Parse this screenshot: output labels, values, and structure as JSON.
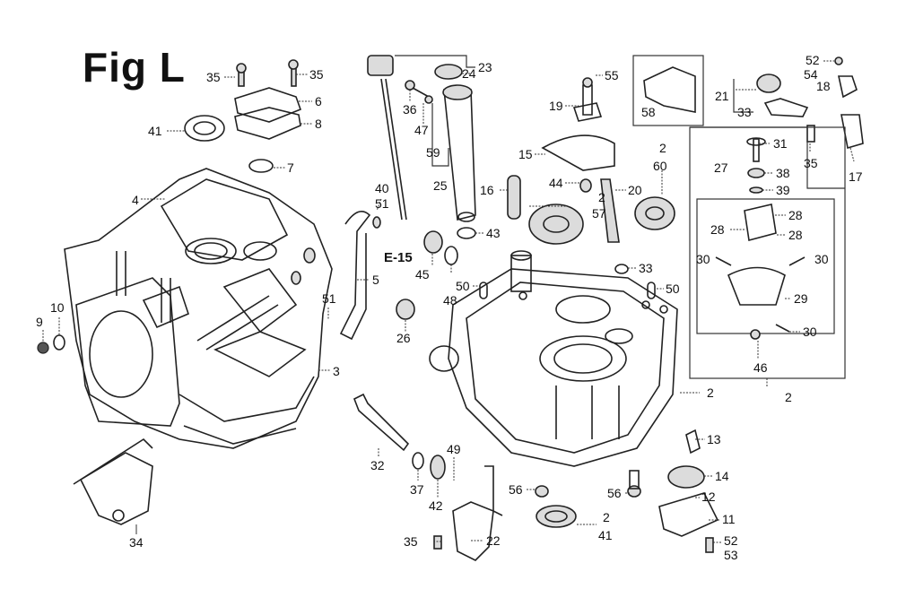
{
  "figure": {
    "title": "Fig L",
    "reference_label": "E-15"
  },
  "callouts": {
    "c35a": "35",
    "c35b": "35",
    "c6": "6",
    "c8": "8",
    "c41a": "41",
    "c7": "7",
    "c4": "4",
    "c9": "9",
    "c10": "10",
    "c51a": "51",
    "c3": "3",
    "c34": "34",
    "c23": "23",
    "c24": "24",
    "c36": "36",
    "c47": "47",
    "c59": "59",
    "c25": "25",
    "c40a": "40",
    "c51b": "51",
    "c5": "5",
    "c45": "45",
    "c48": "48",
    "c26": "26",
    "c43": "43",
    "c16": "16",
    "c50a": "50",
    "c55": "55",
    "c19": "19",
    "c58": "58",
    "c15": "15",
    "c44": "44",
    "c2a": "2",
    "c57": "57",
    "c20": "20",
    "c2b": "2",
    "c60": "60",
    "c33a": "33",
    "c50b": "50",
    "c21": "21",
    "c33b": "33",
    "c52a": "52",
    "c54": "54",
    "c18": "18",
    "c17": "17",
    "c31": "31",
    "c35c": "35",
    "c27": "27",
    "c38": "38",
    "c39": "39",
    "c28a": "28",
    "c28b": "28",
    "c28c": "28",
    "c30a": "30",
    "c30b": "30",
    "c29": "29",
    "c30c": "30",
    "c46": "46",
    "c2c": "2",
    "c2d": "2",
    "c32": "32",
    "c37": "37",
    "c42": "42",
    "c49": "49",
    "c35d": "35",
    "c22": "22",
    "c56a": "56",
    "c2e": "2",
    "c41b": "41",
    "c56b": "56",
    "c13": "13",
    "c14": "14",
    "c12": "12",
    "c11": "11",
    "c52b": "52",
    "c53": "53"
  }
}
